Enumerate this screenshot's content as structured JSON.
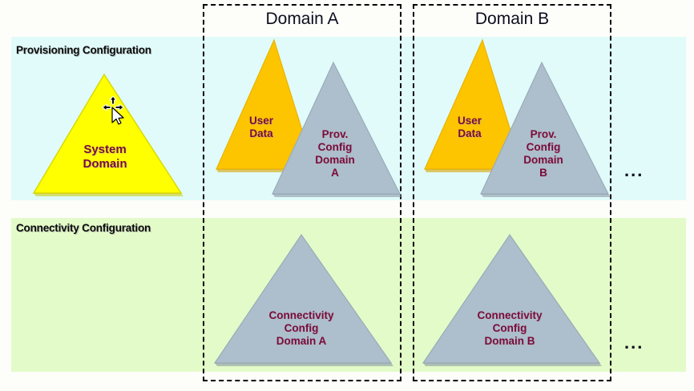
{
  "diagram": {
    "bands": [
      {
        "id": "provisioning",
        "label": "Provisioning Configuration",
        "color": "#e0fbfa"
      },
      {
        "id": "connectivity",
        "label": "Connectivity Configuration",
        "color": "#e3fbc8"
      }
    ],
    "domains": [
      {
        "id": "a",
        "title": "Domain A"
      },
      {
        "id": "b",
        "title": "Domain B"
      }
    ],
    "shapes": {
      "system_domain": {
        "label": "System\nDomain",
        "fill": "#ffff00",
        "text_color": "#7a0b3d"
      },
      "user_data_a": {
        "label": "User\nData",
        "fill": "#fdc400",
        "text_color": "#7a0b3d"
      },
      "prov_config_a": {
        "label": "Prov.\nConfig\nDomain\nA",
        "fill": "#adbfcc",
        "text_color": "#7a0b3d"
      },
      "user_data_b": {
        "label": "User\nData",
        "fill": "#fdc400",
        "text_color": "#7a0b3d"
      },
      "prov_config_b": {
        "label": "Prov.\nConfig\nDomain\nB",
        "fill": "#adbfcc",
        "text_color": "#7a0b3d"
      },
      "conn_config_a": {
        "label": "Connectivity\nConfig\nDomain A",
        "fill": "#adbfcc",
        "text_color": "#7a0b3d"
      },
      "conn_config_b": {
        "label": "Connectivity\nConfig\nDomain B",
        "fill": "#adbfcc",
        "text_color": "#7a0b3d"
      }
    },
    "ellipsis": {
      "provisioning": "...",
      "connectivity": "..."
    },
    "cursor": {
      "type": "move-cursor"
    }
  }
}
